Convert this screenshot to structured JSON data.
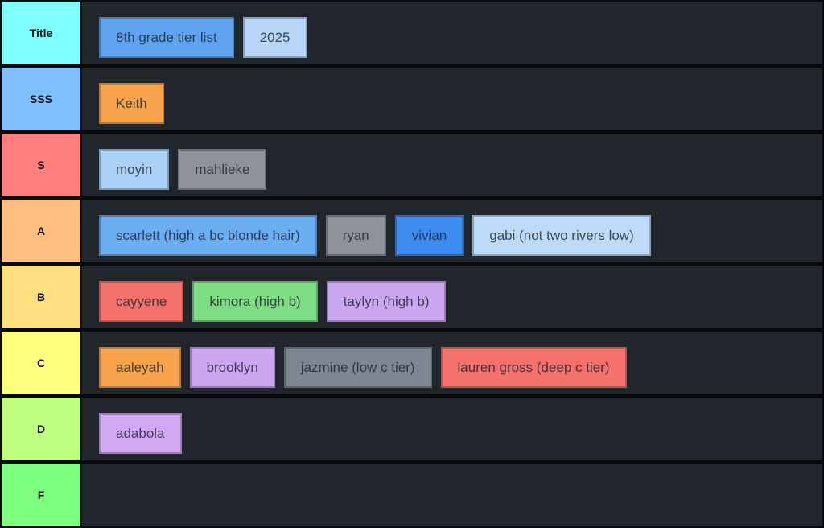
{
  "app": {
    "name": "tier-list-maker",
    "board_title": "8th grade tier list"
  },
  "theme": {
    "page_background": "#07090c",
    "row_background": "#21252c",
    "separator_color": "#07090c",
    "item_border": "rgba(0,0,0,0.25)",
    "item_text_color": "rgba(24,31,44,0.78)",
    "label_text_color": "#111111"
  },
  "tiers": [
    {
      "label": "Title",
      "label_color": "#7FFFFF",
      "items": [
        {
          "text": "8th grade tier list",
          "color": "#5DA3EF"
        },
        {
          "text": "2025",
          "color": "#B7D6F7"
        }
      ]
    },
    {
      "label": "SSS",
      "label_color": "#7FBFFF",
      "items": [
        {
          "text": "Keith",
          "color": "#F8A24B"
        }
      ]
    },
    {
      "label": "S",
      "label_color": "#FF7F7F",
      "items": [
        {
          "text": "moyin",
          "color": "#A9D1F8"
        },
        {
          "text": "mahlieke",
          "color": "#8E939B"
        }
      ]
    },
    {
      "label": "A",
      "label_color": "#FFBF7F",
      "items": [
        {
          "text": "scarlett (high a bc blonde hair)",
          "color": "#6CAEF3"
        },
        {
          "text": "ryan",
          "color": "#8E939B"
        },
        {
          "text": "vivian",
          "color": "#3D8DF0"
        },
        {
          "text": "gabi (not two rivers low)",
          "color": "#BEDAF9"
        }
      ]
    },
    {
      "label": "B",
      "label_color": "#FFDF7F",
      "items": [
        {
          "text": "cayyene",
          "color": "#F4716C"
        },
        {
          "text": "kimora (high b)",
          "color": "#7EDD82"
        },
        {
          "text": "taylyn (high b)",
          "color": "#CBA7F1"
        }
      ]
    },
    {
      "label": "C",
      "label_color": "#FFFF7F",
      "items": [
        {
          "text": "aaleyah",
          "color": "#F8A24B"
        },
        {
          "text": "brooklyn",
          "color": "#CBA7F1"
        },
        {
          "text": "jazmine (low c tier)",
          "color": "#7D8791"
        },
        {
          "text": "lauren gross (deep c tier)",
          "color": "#F4716C"
        }
      ]
    },
    {
      "label": "D",
      "label_color": "#BFFF7F",
      "items": [
        {
          "text": "adabola",
          "color": "#D2A8F4"
        }
      ]
    },
    {
      "label": "F",
      "label_color": "#7FFF7F",
      "items": []
    }
  ]
}
